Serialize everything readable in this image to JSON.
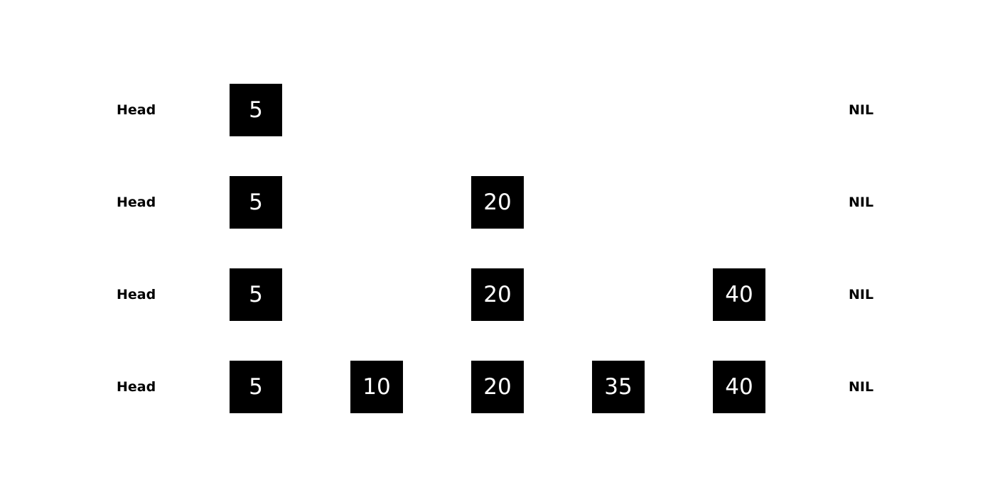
{
  "levels": [
    {
      "head": "Head",
      "nil": "NIL",
      "nodes": [
        "5"
      ]
    },
    {
      "head": "Head",
      "nil": "NIL",
      "nodes": [
        "5",
        "20"
      ]
    },
    {
      "head": "Head",
      "nil": "NIL",
      "nodes": [
        "5",
        "20",
        "40"
      ]
    },
    {
      "head": "Head",
      "nil": "NIL",
      "nodes": [
        "5",
        "10",
        "20",
        "35",
        "40"
      ]
    }
  ],
  "colors": {
    "node_fill": "#000000",
    "node_text": "#ffffff",
    "label_text": "#000000",
    "background": "#ffffff"
  }
}
